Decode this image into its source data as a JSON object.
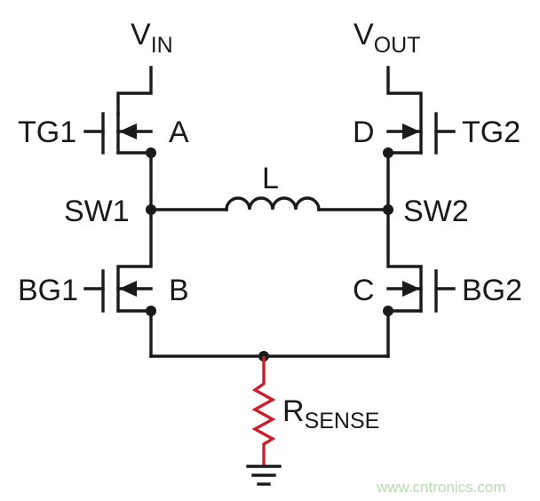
{
  "labels": {
    "vin_main": "V",
    "vin_sub": "IN",
    "vout_main": "V",
    "vout_sub": "OUT",
    "tg1": "TG1",
    "tg2": "TG2",
    "bg1": "BG1",
    "bg2": "BG2",
    "a": "A",
    "b": "B",
    "c": "C",
    "d": "D",
    "sw1": "SW1",
    "sw2": "SW2",
    "inductor": "L",
    "rsense_main": "R",
    "rsense_sub": "SENSE"
  },
  "watermark": "www.cntronics.com",
  "colors": {
    "wire": "#1a1a1a",
    "sense_resistor": "#c8202c",
    "watermark": "#b6dcae"
  }
}
